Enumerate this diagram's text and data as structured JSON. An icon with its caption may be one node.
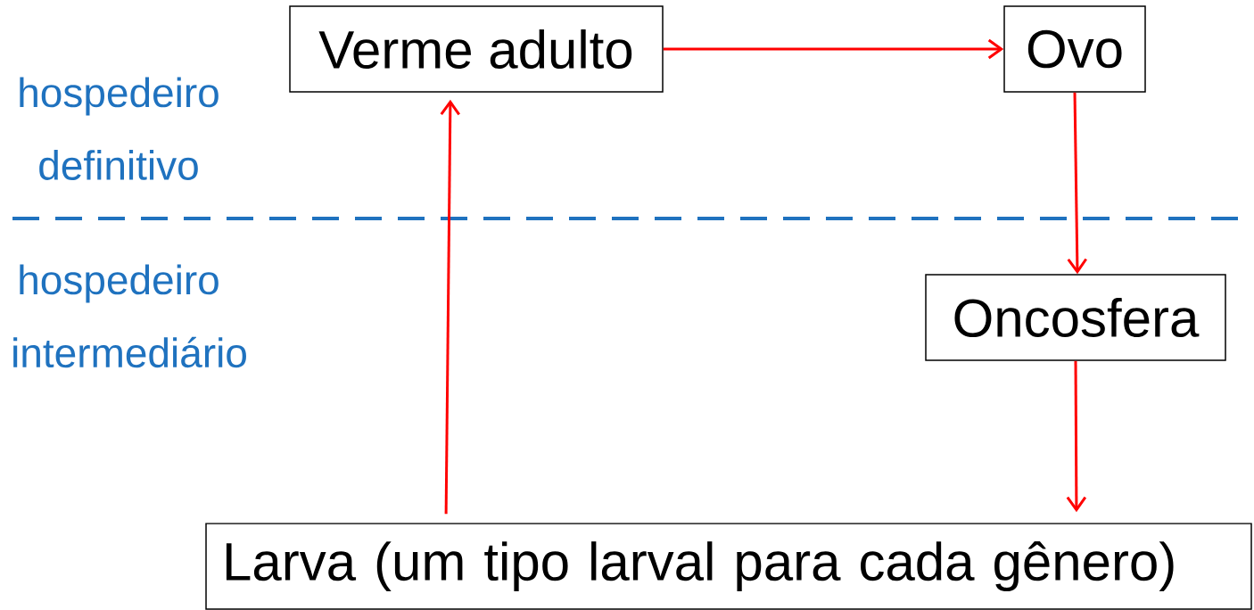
{
  "diagram": {
    "nodes": [
      {
        "text": [
          "Verme adulto"
        ]
      },
      {
        "text": [
          "Ovo"
        ]
      },
      {
        "text": [
          "Oncosfera"
        ]
      },
      {
        "text": [
          "Larva (um tipo larval para cada gênero)"
        ]
      }
    ],
    "edges": [
      {
        "from": 0,
        "to": 1,
        "arrow": "to"
      },
      {
        "from": 1,
        "to": 2,
        "arrow": "to"
      },
      {
        "from": 2,
        "to": 3,
        "arrow": "to"
      },
      {
        "from": 3,
        "to": 0,
        "arrow": "to"
      }
    ],
    "labels": [
      "hospedeiro",
      "definitivo",
      "hospedeiro",
      "intermediário"
    ]
  }
}
